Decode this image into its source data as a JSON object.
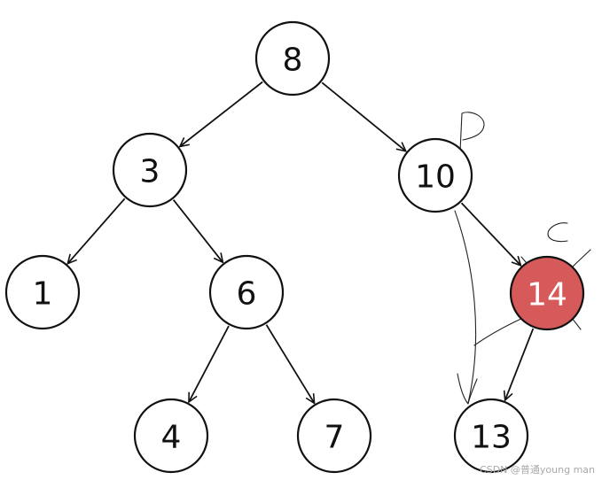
{
  "tree": {
    "nodes": [
      {
        "id": "n8",
        "label": "8"
      },
      {
        "id": "n3",
        "label": "3"
      },
      {
        "id": "n10",
        "label": "10"
      },
      {
        "id": "n1",
        "label": "1"
      },
      {
        "id": "n6",
        "label": "6"
      },
      {
        "id": "n14",
        "label": "14",
        "highlight": true
      },
      {
        "id": "n4",
        "label": "4"
      },
      {
        "id": "n7",
        "label": "7"
      },
      {
        "id": "n13",
        "label": "13"
      }
    ],
    "edges": [
      {
        "from": "n8",
        "to": "n3"
      },
      {
        "from": "n8",
        "to": "n10"
      },
      {
        "from": "n3",
        "to": "n1"
      },
      {
        "from": "n3",
        "to": "n6"
      },
      {
        "from": "n10",
        "to": "n14"
      },
      {
        "from": "n6",
        "to": "n4"
      },
      {
        "from": "n6",
        "to": "n7"
      },
      {
        "from": "n14",
        "to": "n13"
      }
    ],
    "annotations": {
      "parent_mark": "P",
      "current_mark": "C"
    }
  },
  "colors": {
    "highlight_fill": "#d65a5a",
    "stroke": "#111111"
  },
  "watermark": "CSDN @普通young man"
}
